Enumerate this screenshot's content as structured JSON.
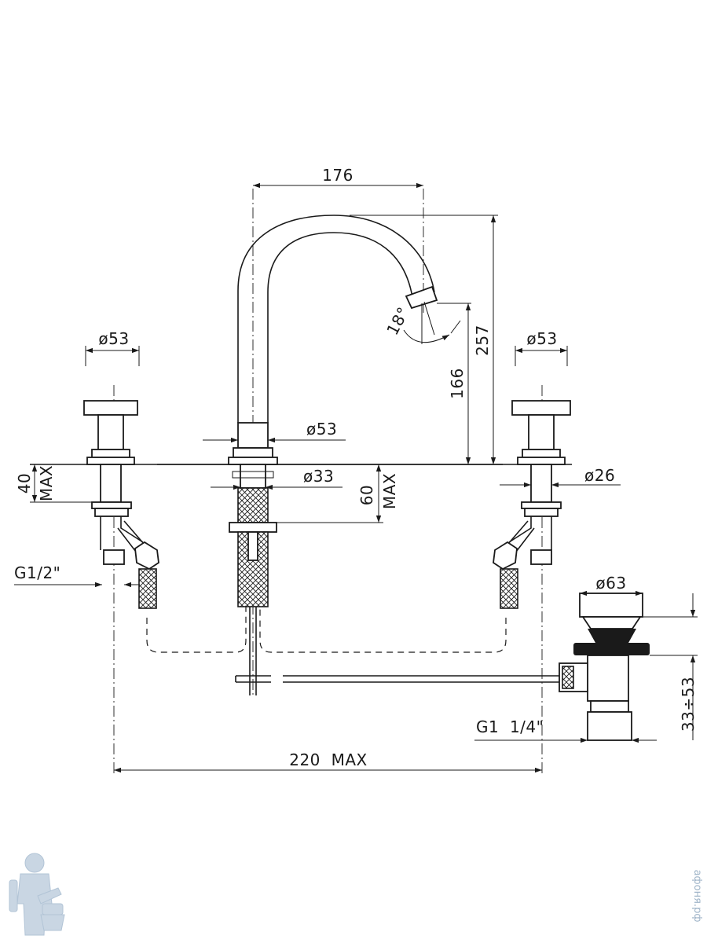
{
  "dimensions": {
    "spout_reach": "176",
    "height_total": "257",
    "height_outlet": "166",
    "angle": "18°",
    "dia_left_handle": "ø53",
    "dia_right_handle": "ø53",
    "dia_spout_base": "ø53",
    "dia_shank": "ø33",
    "dia_valve_shank": "ø26",
    "dia_waste": "ø63",
    "deck_max_40_value": "40",
    "deck_max_40_unit": "MAX",
    "deck_max_60_value": "60",
    "deck_max_60_unit": "MAX",
    "thread_inlet": "G1/2\"",
    "thread_waste": "G1  1/4\"",
    "waste_range": "33÷53",
    "spacing_max": "220  MAX"
  },
  "watermark": {
    "text": "афоня.рф"
  }
}
